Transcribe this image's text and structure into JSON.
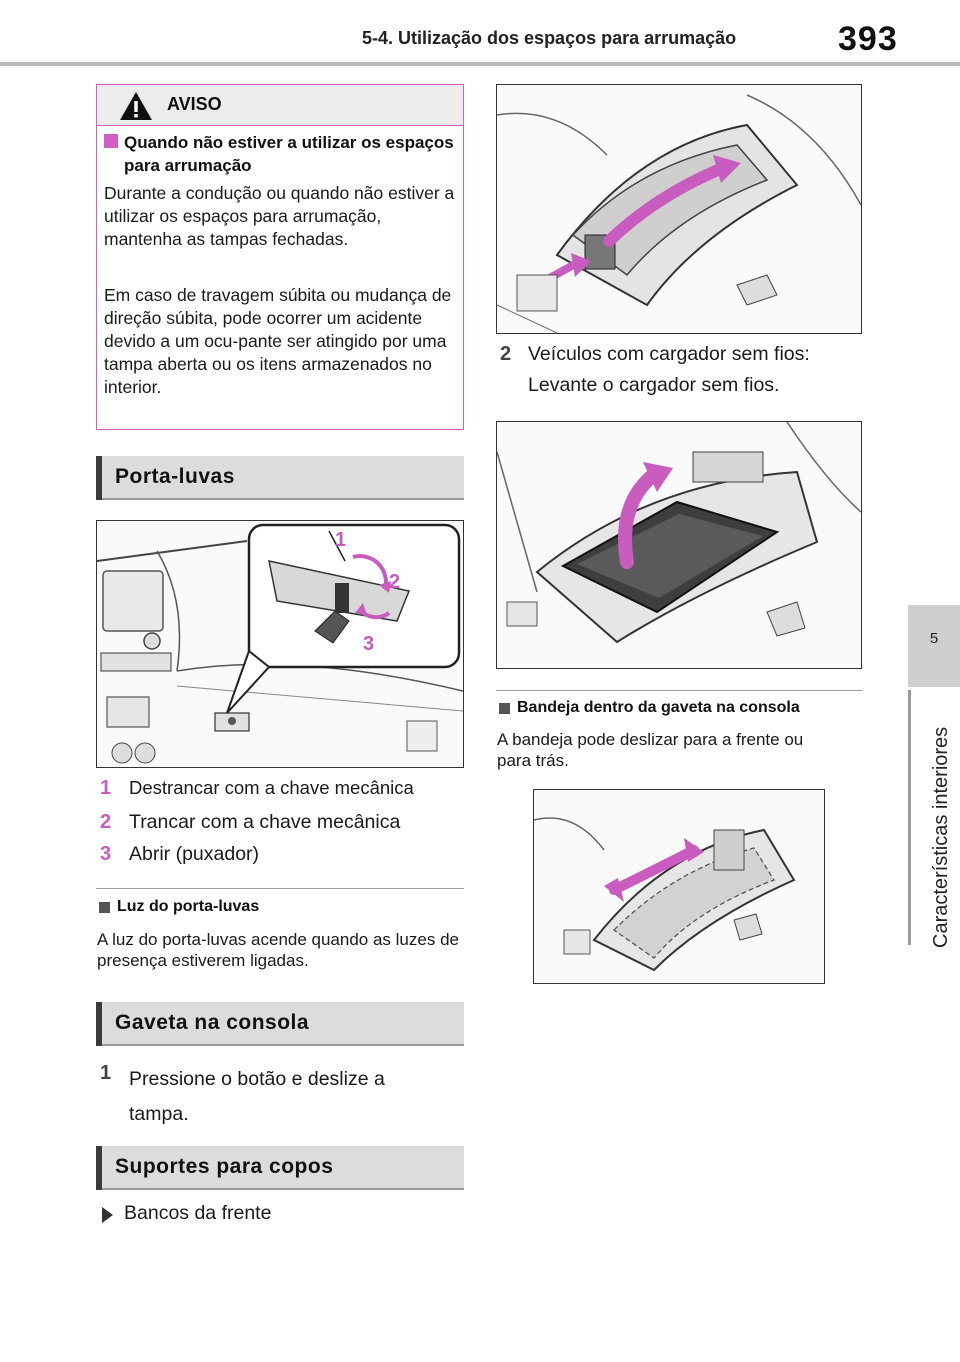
{
  "header": {
    "section_title": "5-4. Utilização dos espaços para arrumação",
    "page_number": "393"
  },
  "side_tab": {
    "chapter_number": "5",
    "chapter_title": "Características interiores"
  },
  "warning": {
    "label": "AVISO",
    "heading": "Quando não estiver a utilizar os espaços para arrumação",
    "paragraph_1": "Durante a condução ou quando não estiver a utilizar os espaços para arrumação, mantenha as tampas fechadas.",
    "paragraph_2": "Em caso de travagem súbita ou mudança de direção súbita, pode ocorrer um acidente devido a um ocu-pante ser atingido por uma tampa aberta ou os itens armazenados no interior."
  },
  "glovebox": {
    "section_title": "Porta-luvas",
    "figure_callouts": [
      "1",
      "2",
      "3"
    ],
    "steps": [
      {
        "num": "1",
        "text": "Destrancar com a chave mecânica"
      },
      {
        "num": "2",
        "text": "Trancar com a chave mecânica"
      },
      {
        "num": "3",
        "text": "Abrir (puxador)"
      }
    ],
    "light_heading": "Luz do porta-luvas",
    "light_text": "A luz do porta-luvas acende quando as luzes de presença estiverem ligadas."
  },
  "console_box": {
    "section_title": "Gaveta na consola",
    "step_1_num": "1",
    "step_1_text": "Pressione o botão e deslize a tampa.",
    "step_2_num": "2",
    "step_2_text_a": "Veículos com cargador sem fios:",
    "step_2_text_b": "Levante o cargador sem fios.",
    "tray_heading": "Bandeja dentro da gaveta na consola",
    "tray_text": "A bandeja pode deslizar para a frente ou para trás."
  },
  "cup_holders": {
    "section_title": "Suportes para copos",
    "item": "Bancos da frente"
  },
  "colors": {
    "accent_pink": "#c85cbf",
    "warning_border": "#d060c8",
    "section_bg": "#dcdcdc"
  }
}
